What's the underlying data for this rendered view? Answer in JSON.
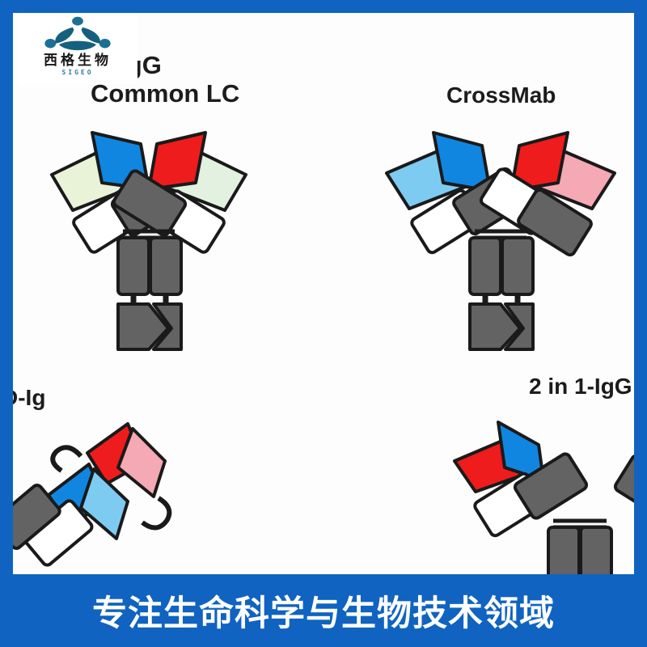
{
  "theme": {
    "frame_color": "#1063c0",
    "banner_color": "#1063c0",
    "banner_text_color": "#ffffff",
    "page_background": "#ffffff",
    "canvas_background": "#fdfdfd",
    "label_color": "#1c1c1c"
  },
  "logo": {
    "name": "sigeo-logo",
    "chinese_name": "西格生物",
    "latin_name": "SIGEO",
    "mark_color": "#1b7193",
    "mark_color_dark": "#15607f",
    "card_background": "#ffffff"
  },
  "banner": {
    "text": "专注生命科学与生物技术领域"
  },
  "figure": {
    "caption_labels": [
      {
        "id": "common-lc",
        "text": "ih IgG\nCommon LC",
        "line1": "ih IgG",
        "line2": "Common LC"
      },
      {
        "id": "crossmab",
        "text": "CrossMab"
      },
      {
        "id": "dvd-ig",
        "text": "D-Ig"
      },
      {
        "id": "2in1-igg",
        "text": "2 in 1-IgG"
      }
    ],
    "panels": [
      {
        "id": "common-lc",
        "label_line1": "ih IgG",
        "label_line2": "Common LC",
        "format": "bispecific IgG with common light chain",
        "left_arm": {
          "vh_color": "#1186e0",
          "vl_color": "#e8f3d8"
        },
        "right_arm": {
          "vh_color": "#ee1c1c",
          "vl_color": "#e3f1e0"
        }
      },
      {
        "id": "crossmab",
        "label": "CrossMab",
        "format": "CrossMab domain-crossover bispecific",
        "left_arm": {
          "vh_color": "#1186e0",
          "vl_color": "#7ecbf2"
        },
        "right_arm": {
          "vh_color": "#ee1c1c",
          "vl_color": "#f4a9b4"
        }
      },
      {
        "id": "dvd-ig",
        "label": "D-Ig",
        "format": "dual variable domain immunoglobulin",
        "outer_domains": {
          "vh_color": "#ee1c1c",
          "vl_color": "#f4a9b4"
        },
        "inner_domains": {
          "vh_color": "#1186e0",
          "vl_color": "#7ecbf2"
        }
      },
      {
        "id": "2in1-igg",
        "label": "2 in 1-IgG",
        "format": "two-in-one dual specificity IgG",
        "arm": {
          "vh_color_a": "#1186e0",
          "vh_color_b": "#ee1c1c",
          "vl_color": "#ffffff"
        }
      }
    ],
    "domain_colors": {
      "constant_grey": "#636363",
      "constant_grey_light": "#6e6e6e",
      "outline": "#1a1a1a",
      "light_chain_white": "#ffffff",
      "blue_heavy": "#1186e0",
      "blue_light": "#7ecbf2",
      "red_heavy": "#ee1c1c",
      "red_light": "#f4a9b4",
      "pale_green": "#e8f3d8"
    }
  }
}
